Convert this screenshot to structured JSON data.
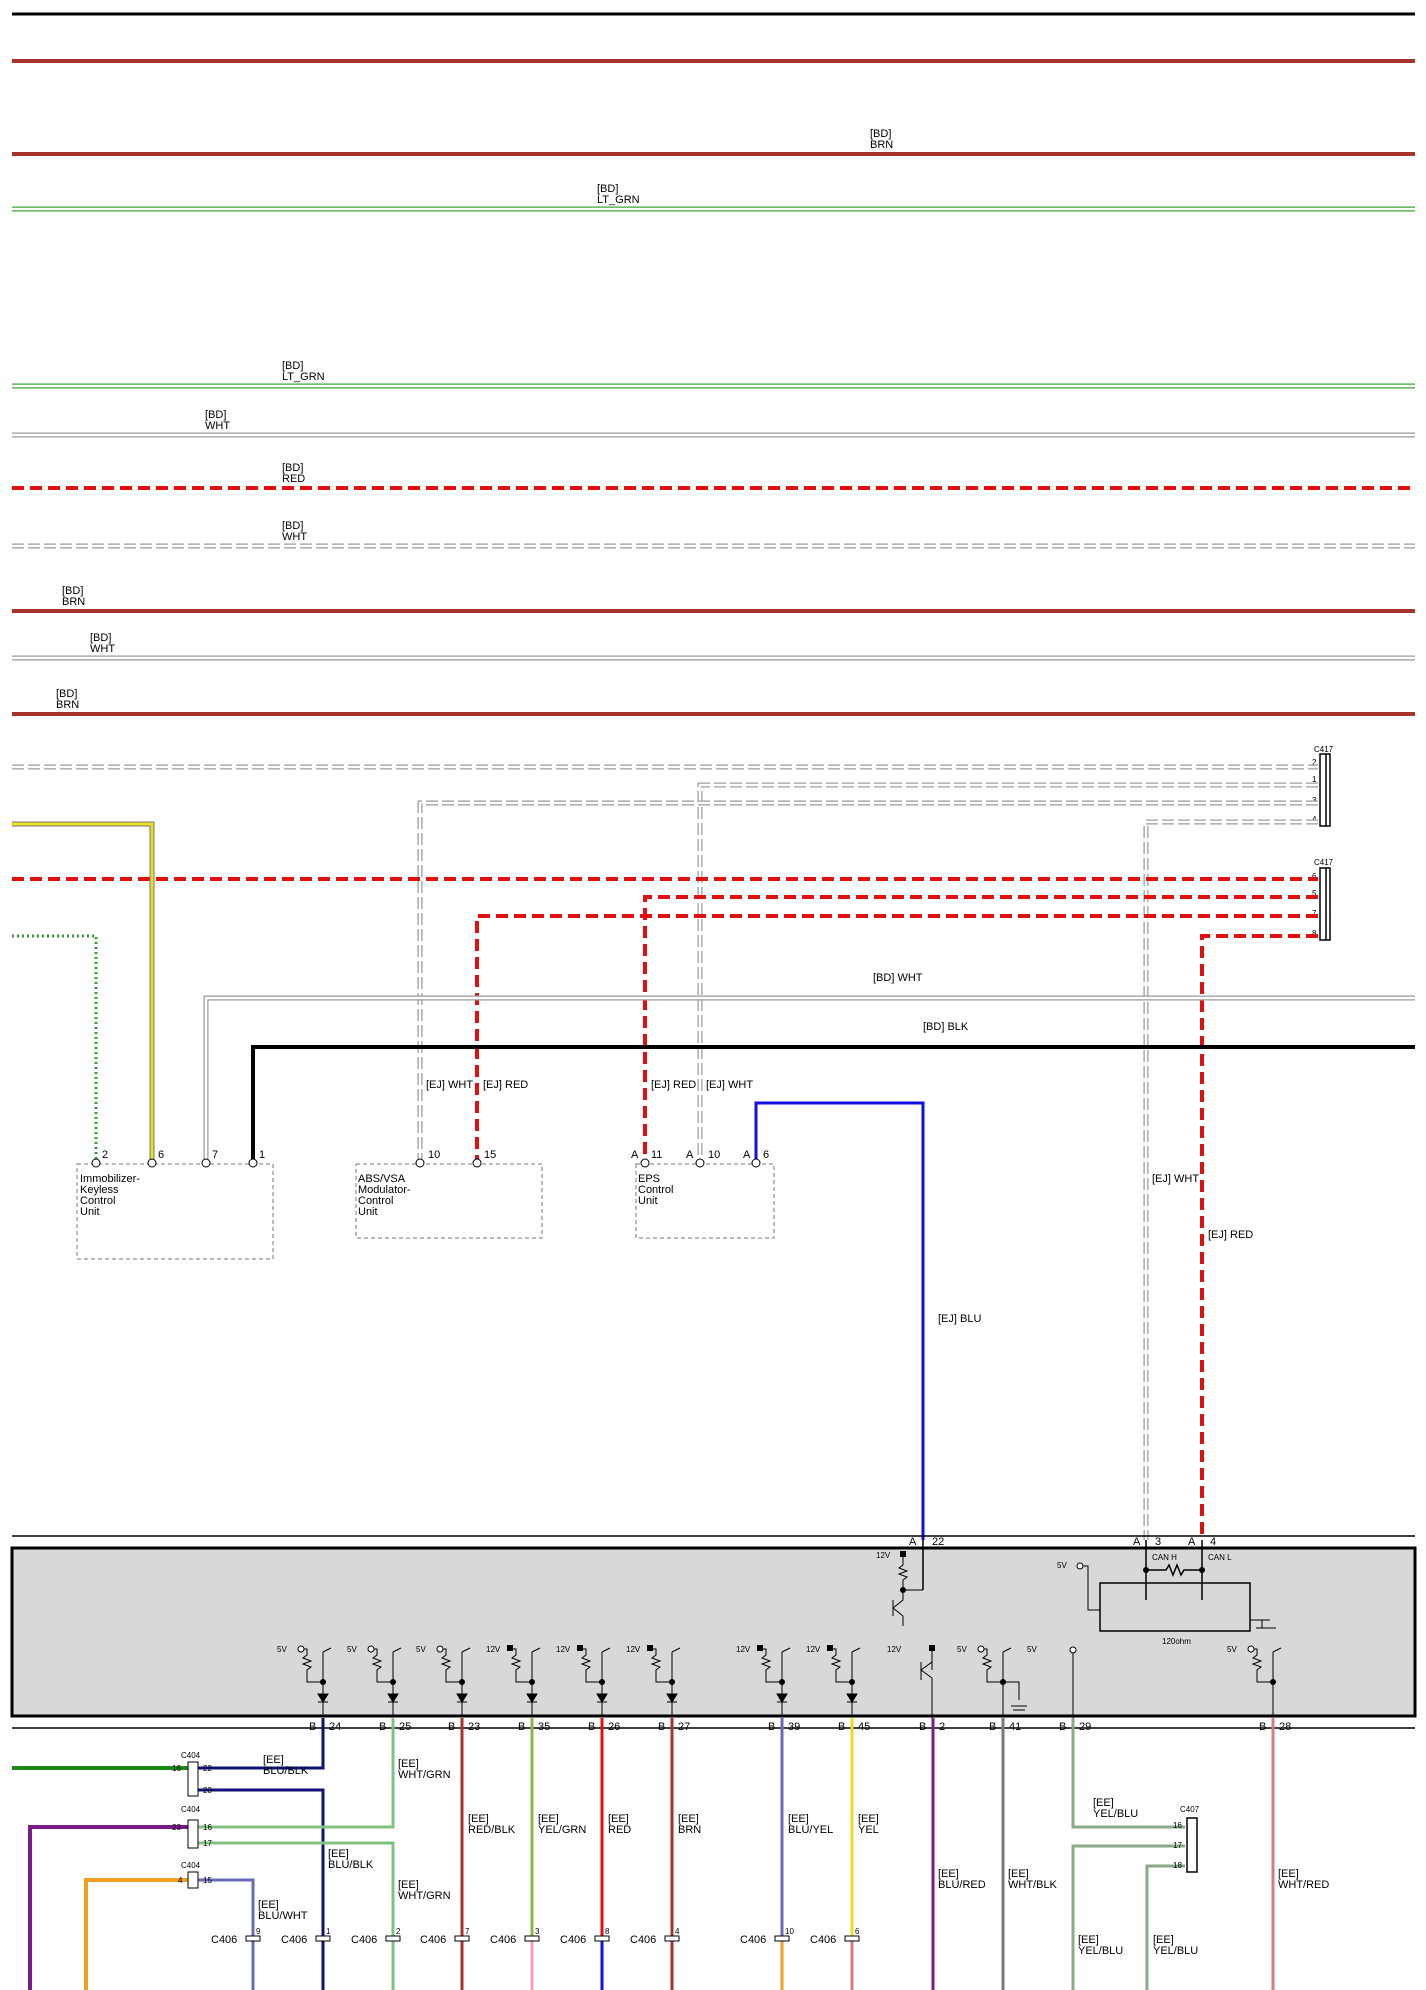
{
  "colors": {
    "BRN": "#a8332b",
    "LT_GRN": "#3aa63a",
    "WHT": "#9a9a9a",
    "RED": "#e01010",
    "BLK": "#000000",
    "YEL": "#e8e020",
    "BLU": "#1010e0",
    "DKBLU": "#10107a",
    "PUR": "#7a1a8a",
    "GRN": "#1a8a1a",
    "ORN": "#f0a020",
    "PNK": "#f0a0c0",
    "DKGRN": "#3a9a3a",
    "YELGRN": "#8ab840",
    "BLUYEL": "#6a6ab8",
    "WHTRED": "#d08080",
    "WHTGRN": "#80c080",
    "YELBLU": "#8aaa8a",
    "WHTBLK": "#7a7a7a",
    "SHADE": "#d8d8d8"
  },
  "bus_lines": [
    {
      "label": "",
      "color": "BRN"
    },
    {
      "label": "[BD] BRN",
      "color": "BRN"
    },
    {
      "label": "[BD] LT_GRN",
      "color": "LT_GRN"
    },
    {
      "label": "[BD] LT_GRN",
      "color": "LT_GRN"
    },
    {
      "label": "[BD] WHT",
      "color": "WHT"
    },
    {
      "label": "[BD] RED",
      "color": "RED"
    },
    {
      "label": "[BD] WHT",
      "color": "WHT"
    },
    {
      "label": "[BD] BRN",
      "color": "BRN"
    },
    {
      "label": "[BD] WHT",
      "color": "WHT"
    },
    {
      "label": "[BD] BRN",
      "color": "BRN"
    }
  ],
  "connectors": {
    "c417_top": {
      "name": "C417",
      "pins": [
        "2",
        "1",
        "3",
        "4"
      ]
    },
    "c417_bottom": {
      "name": "C417",
      "pins": [
        "6",
        "5",
        "7",
        "8"
      ]
    },
    "c404": [
      {
        "name": "C404",
        "left": "16",
        "right": "22"
      },
      {
        "name": "C404",
        "left": "",
        "right": "23"
      },
      {
        "name": "C404",
        "left": "23",
        "right": "16"
      },
      {
        "name": "C404",
        "left": "",
        "right": "17"
      },
      {
        "name": "C404",
        "left": "4",
        "right": "15"
      }
    ],
    "c407": {
      "name": "C407",
      "pins": [
        "16",
        "17",
        "18"
      ]
    },
    "c406": [
      {
        "name": "C406",
        "pin": "9"
      },
      {
        "name": "C406",
        "pin": "1"
      },
      {
        "name": "C406",
        "pin": "2"
      },
      {
        "name": "C406",
        "pin": "7"
      },
      {
        "name": "C406",
        "pin": "3"
      },
      {
        "name": "C406",
        "pin": "8"
      },
      {
        "name": "C406",
        "pin": "4"
      },
      {
        "name": "C406",
        "pin": "10"
      },
      {
        "name": "C406",
        "pin": "6"
      }
    ]
  },
  "units": [
    {
      "name": "Immobilizer-Keyless Control Unit",
      "lines": [
        "Immobilizer-",
        "Keyless",
        "Control",
        "Unit"
      ],
      "pins": [
        "2",
        "6",
        "7",
        "1"
      ]
    },
    {
      "name": "ABS/VSA Modulator-Control Unit",
      "lines": [
        "ABS/VSA",
        "Modulator-",
        "Control",
        "Unit"
      ],
      "pins": [
        "10",
        "15"
      ]
    },
    {
      "name": "EPS Control Unit",
      "lines": [
        "EPS",
        "Control",
        "Unit"
      ],
      "pins": [
        "A",
        "11",
        "A",
        "10",
        "A",
        "6"
      ]
    }
  ],
  "wire_labels": {
    "bd_wht": "[BD] WHT",
    "bd_blk": "[BD] BLK",
    "abs_wht": "[EJ] WHT",
    "abs_red": "[EJ] RED",
    "eps_red": "[EJ] RED",
    "eps_wht": "[EJ] WHT",
    "can_wht": "[EJ] WHT",
    "can_red": "[EJ] RED",
    "blu": "[EJ] BLU"
  },
  "module": {
    "top_pins": [
      {
        "prefix": "A",
        "num": "22"
      },
      {
        "prefix": "A",
        "num": "3"
      },
      {
        "prefix": "A",
        "num": "4"
      }
    ],
    "can_labels": [
      "CAN H",
      "CAN L"
    ],
    "resistor": "120ohm",
    "supply_12v": "12V",
    "supply_5v": "5V",
    "bottom_pins": [
      {
        "prefix": "B",
        "num": "24"
      },
      {
        "prefix": "B",
        "num": "25"
      },
      {
        "prefix": "B",
        "num": "23"
      },
      {
        "prefix": "B",
        "num": "35"
      },
      {
        "prefix": "B",
        "num": "26"
      },
      {
        "prefix": "B",
        "num": "27"
      },
      {
        "prefix": "B",
        "num": "39"
      },
      {
        "prefix": "B",
        "num": "45"
      },
      {
        "prefix": "B",
        "num": "2"
      },
      {
        "prefix": "B",
        "num": "41"
      },
      {
        "prefix": "B",
        "num": "29"
      },
      {
        "prefix": "B",
        "num": "28"
      }
    ],
    "pullups": [
      "5V",
      "5V",
      "5V",
      "12V",
      "12V",
      "12V",
      "12V",
      "12V",
      "12V",
      "5V",
      "5V",
      "5V"
    ]
  },
  "bottom_wire_labels": [
    "[EE] BLU/BLK",
    "[EE] WHT/GRN",
    "[EE] RED/BLK",
    "[EE] YEL/GRN",
    "[EE] RED",
    "[EE] BRN",
    "[EE] BLU/YEL",
    "[EE] YEL",
    "[EE] BLU/RED",
    "[EE] WHT/BLK",
    "[EE] YEL/BLU",
    "[EE] WHT/RED",
    "[EE] BLU/BLK",
    "[EE] WHT/GRN",
    "[EE] BLU/WHT",
    "[EE] YEL/BLU",
    "[EE] YEL/BLU"
  ]
}
